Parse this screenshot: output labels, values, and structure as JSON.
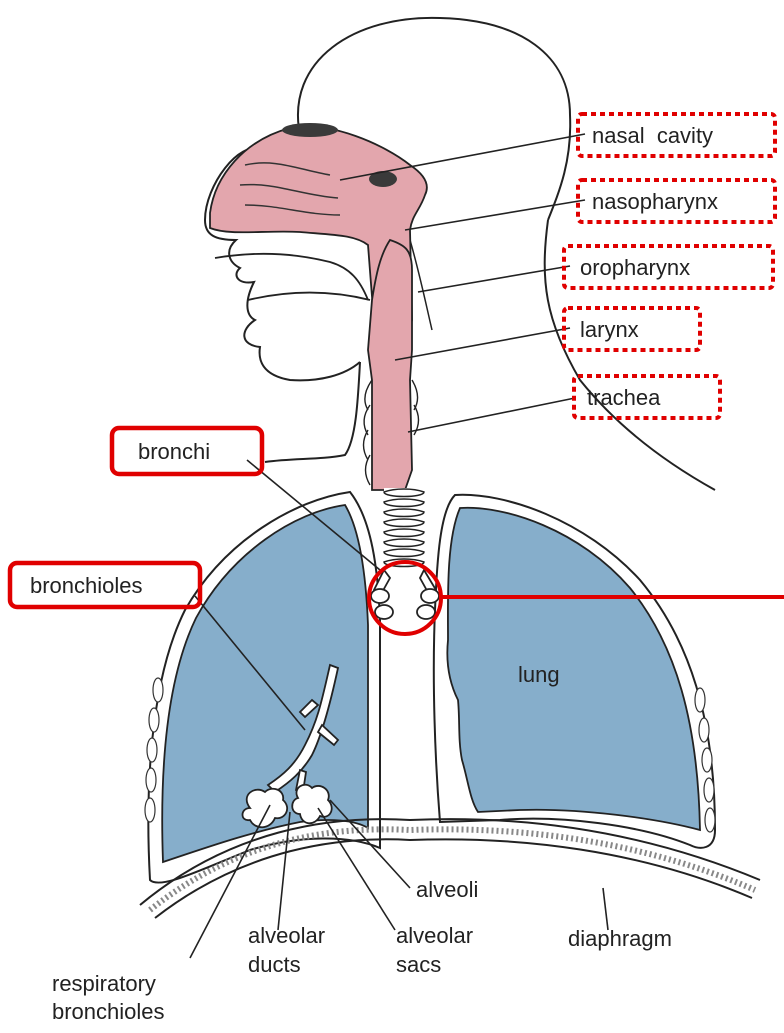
{
  "labels": {
    "nasal_cavity": "nasal  cavity",
    "nasopharynx": "nasopharynx",
    "oropharynx": "oropharynx",
    "larynx": "larynx",
    "trachea": "trachea",
    "bronchi": "bronchi",
    "bronchioles": "bronchioles",
    "lung": "lung",
    "alveoli": "alveoli",
    "alveolar_ducts_line1": "alveolar",
    "alveolar_ducts_line2": "ducts",
    "alveolar_sacs_line1": "alveolar",
    "alveolar_sacs_line2": "sacs",
    "diaphragm": "diaphragm",
    "respiratory_bronchioles_line1": "respiratory",
    "respiratory_bronchioles_line2": "bronchioles"
  },
  "colors": {
    "airway_pink": "#e3a6ad",
    "lung_blue": "#86aecb",
    "highlight_red": "#e00000",
    "outline": "#222222"
  }
}
